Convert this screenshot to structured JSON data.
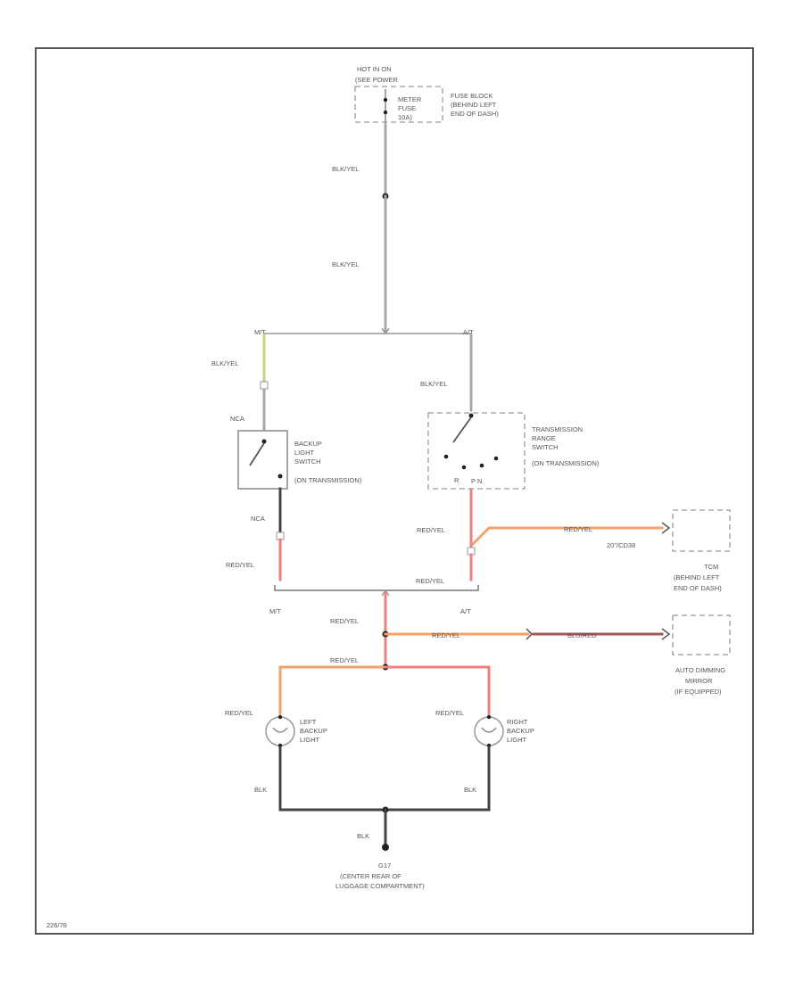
{
  "colors": {
    "blk_yel": "#a9a9a9",
    "blk_yel_mt": "#c3d98a",
    "red_yel": "#f08080",
    "red_yel_orange": "#f2a36b",
    "blk": "#444444",
    "border": "#555555",
    "blu_red": "#9b5a5a"
  },
  "power": {
    "line1": "HOT IN ON",
    "line2": "(SEE POWER",
    "fuse_l1": "METER",
    "fuse_l2": "FUSE",
    "fuse_l3": "10A)",
    "block_l1": "FUSE BLOCK",
    "block_l2": "(BEHIND LEFT",
    "block_l3": "END OF DASH)"
  },
  "wires": {
    "w1": "BLK/YEL",
    "w2": "BLK/YEL",
    "w3": "BLK/YEL",
    "w4": "BLK/YEL",
    "w5": "RED/YEL",
    "w6": "RED/YEL",
    "w7": "RED/YEL",
    "w8": "RED/YEL",
    "w9": "RED/YEL",
    "w10": "RED/YEL",
    "w11": "BLU/RED",
    "w12": "RED/YEL",
    "w13": "RED/YEL",
    "w14": "RED/YEL",
    "w15": "BLK",
    "w16": "BLK",
    "w17": "BLK"
  },
  "branches": {
    "mt_top": "M/T",
    "at_top": "A/T",
    "mt_bottom": "M/T",
    "at_bottom": "A/T"
  },
  "backup_switch": {
    "nca_top": "NCA",
    "nca_bottom": "NCA",
    "l1": "BACKUP",
    "l2": "LIGHT",
    "l3": "SWITCH",
    "l4": "(ON TRANSMISSION)"
  },
  "range_switch": {
    "l1": "TRANSMISSION",
    "l2": "RANGE",
    "l3": "SWITCH",
    "l4": "(ON TRANSMISSION)",
    "pos_r": "R",
    "pos_pn": "P N"
  },
  "tcm": {
    "pin": "20\"/CD38",
    "l1": "TCM",
    "l2": "(BEHIND LEFT",
    "l3": "END OF DASH)"
  },
  "mirror": {
    "l1": "AUTO DIMMING",
    "l2": "MIRROR",
    "l3": "(IF EQUIPPED)"
  },
  "left_lamp": {
    "l1": "LEFT",
    "l2": "BACKUP",
    "l3": "LIGHT"
  },
  "right_lamp": {
    "l1": "RIGHT",
    "l2": "BACKUP",
    "l3": "LIGHT"
  },
  "ground": {
    "id": "G17",
    "l1": "(CENTER REAR OF",
    "l2": "LUGGAGE COMPARTMENT)"
  },
  "figure_id": "226/78"
}
